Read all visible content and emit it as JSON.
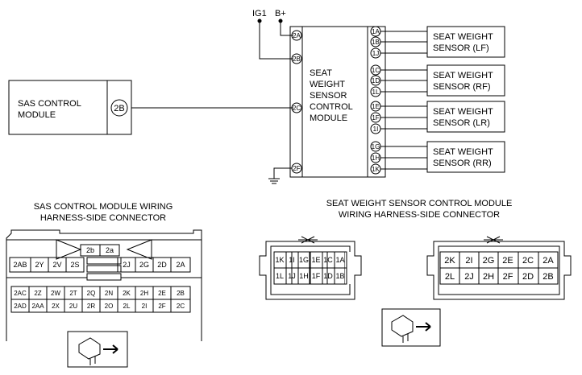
{
  "power": {
    "ig1": "IG1",
    "bplus": "B+"
  },
  "sas_module": {
    "line1": "SAS CONTROL",
    "line2": "MODULE",
    "pin": "2B"
  },
  "swscm": {
    "lines": [
      "SEAT",
      "WEIGHT",
      "SENSOR",
      "CONTROL",
      "MODULE"
    ],
    "left_pins": [
      "2A",
      "2B",
      "2C",
      "2F"
    ],
    "right_pins": [
      "1A",
      "1B",
      "1J",
      "1C",
      "1D",
      "1L",
      "1E",
      "1F",
      "1I",
      "1G",
      "1H",
      "1K"
    ]
  },
  "sensors": [
    {
      "line1": "SEAT WEIGHT",
      "line2": "SENSOR (LF)"
    },
    {
      "line1": "SEAT WEIGHT",
      "line2": "SENSOR (RF)"
    },
    {
      "line1": "SEAT WEIGHT",
      "line2": "SENSOR (LR)"
    },
    {
      "line1": "SEAT WEIGHT",
      "line2": "SENSOR (RR)"
    }
  ],
  "sas_connector": {
    "title1": "SAS CONTROL MODULE WIRING",
    "title2": "HARNESS-SIDE CONNECTOR",
    "top_pins": [
      "2b",
      "2a"
    ],
    "row1_left": [
      "2AB",
      "2Y",
      "2V",
      "2S"
    ],
    "row1_right": [
      "2J",
      "2G",
      "2D",
      "2A"
    ],
    "row2": [
      "2AC",
      "2Z",
      "2W",
      "2T",
      "2Q",
      "2N",
      "2K",
      "2H",
      "2E",
      "2B"
    ],
    "row3": [
      "2AD",
      "2AA",
      "2X",
      "2U",
      "2R",
      "2O",
      "2L",
      "2I",
      "2F",
      "2C"
    ]
  },
  "sw_connector": {
    "title1": "SEAT WEIGHT SENSOR  CONTROL MODULE",
    "title2": "WIRING HARNESS-SIDE CONNECTOR",
    "conn1_row1": [
      "1K",
      "1I",
      "1G",
      "1E",
      "1C",
      "1A"
    ],
    "conn1_row2": [
      "1L",
      "1J",
      "1H",
      "1F",
      "1D",
      "1B"
    ],
    "conn2_row1": [
      "2K",
      "2I",
      "2G",
      "2E",
      "2C",
      "2A"
    ],
    "conn2_row2": [
      "2L",
      "2J",
      "2H",
      "2F",
      "2D",
      "2B"
    ]
  }
}
